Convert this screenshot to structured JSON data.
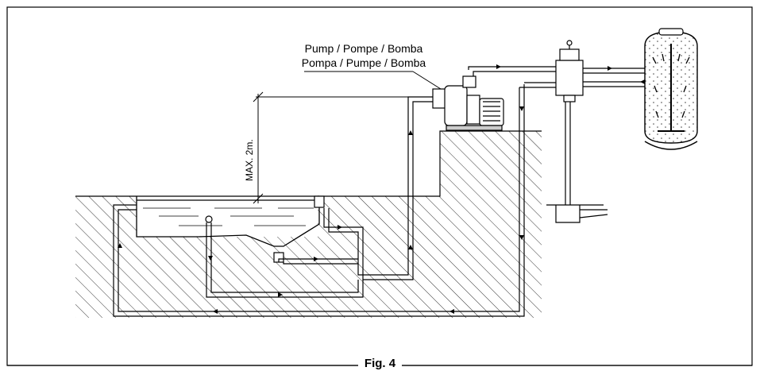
{
  "labels": {
    "pump_line1": "Pump / Pompe / Bomba",
    "pump_line2": "Pompa / Pumpe / Bomba",
    "max_height": "MAX. 2m."
  },
  "caption": "Fig. 4"
}
